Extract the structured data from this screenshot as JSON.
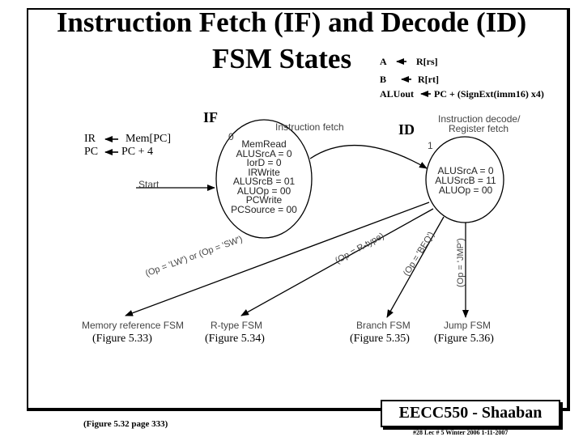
{
  "title": {
    "line1": "Instruction Fetch (IF) and Decode (ID)",
    "line2": "FSM States"
  },
  "id_actions": {
    "a": "A",
    "a_val": "R[rs]",
    "b": "B",
    "b_val": "R[rt]",
    "aluout": "ALUout",
    "aluout_val": "PC +  (SignExt(imm16) x4)"
  },
  "if_actions": {
    "ir": "IR",
    "ir_val": "Mem[PC]",
    "pc": "PC",
    "pc_val": "PC + 4"
  },
  "labels": {
    "if": "IF",
    "id": "ID",
    "start": "Start"
  },
  "state0": {
    "number": "0",
    "name": "Instruction fetch",
    "signals": [
      "MemRead",
      "ALUSrcA = 0",
      "IorD = 0",
      "IRWrite",
      "ALUSrcB = 01",
      "ALUOp = 00",
      "PCWrite",
      "PCSource = 00"
    ]
  },
  "state1": {
    "number": "1",
    "name_line1": "Instruction decode/",
    "name_line2": "Register fetch",
    "signals": [
      "ALUSrcA = 0",
      "ALUSrcB = 11",
      "ALUOp = 00"
    ]
  },
  "conditions": {
    "mem": "(Op = 'LW') or (Op = 'SW')",
    "rtype": "(Op = R-type)",
    "beq": "(Op = 'BEQ')",
    "jmp": "(Op = 'JMP')"
  },
  "targets": [
    {
      "name": "Memory reference FSM",
      "figure": "(Figure 5.33)"
    },
    {
      "name": "R-type FSM",
      "figure": "(Figure 5.34)"
    },
    {
      "name": "Branch FSM",
      "figure": "(Figure 5.35)"
    },
    {
      "name": "Jump FSM",
      "figure": "(Figure 5.36)"
    }
  ],
  "footer": {
    "figure_ref": "(Figure 5.32 page 333)",
    "course": "EECC550 - Shaaban",
    "info": "#28   Lec # 5  Winter 2006  1-11-2007"
  }
}
